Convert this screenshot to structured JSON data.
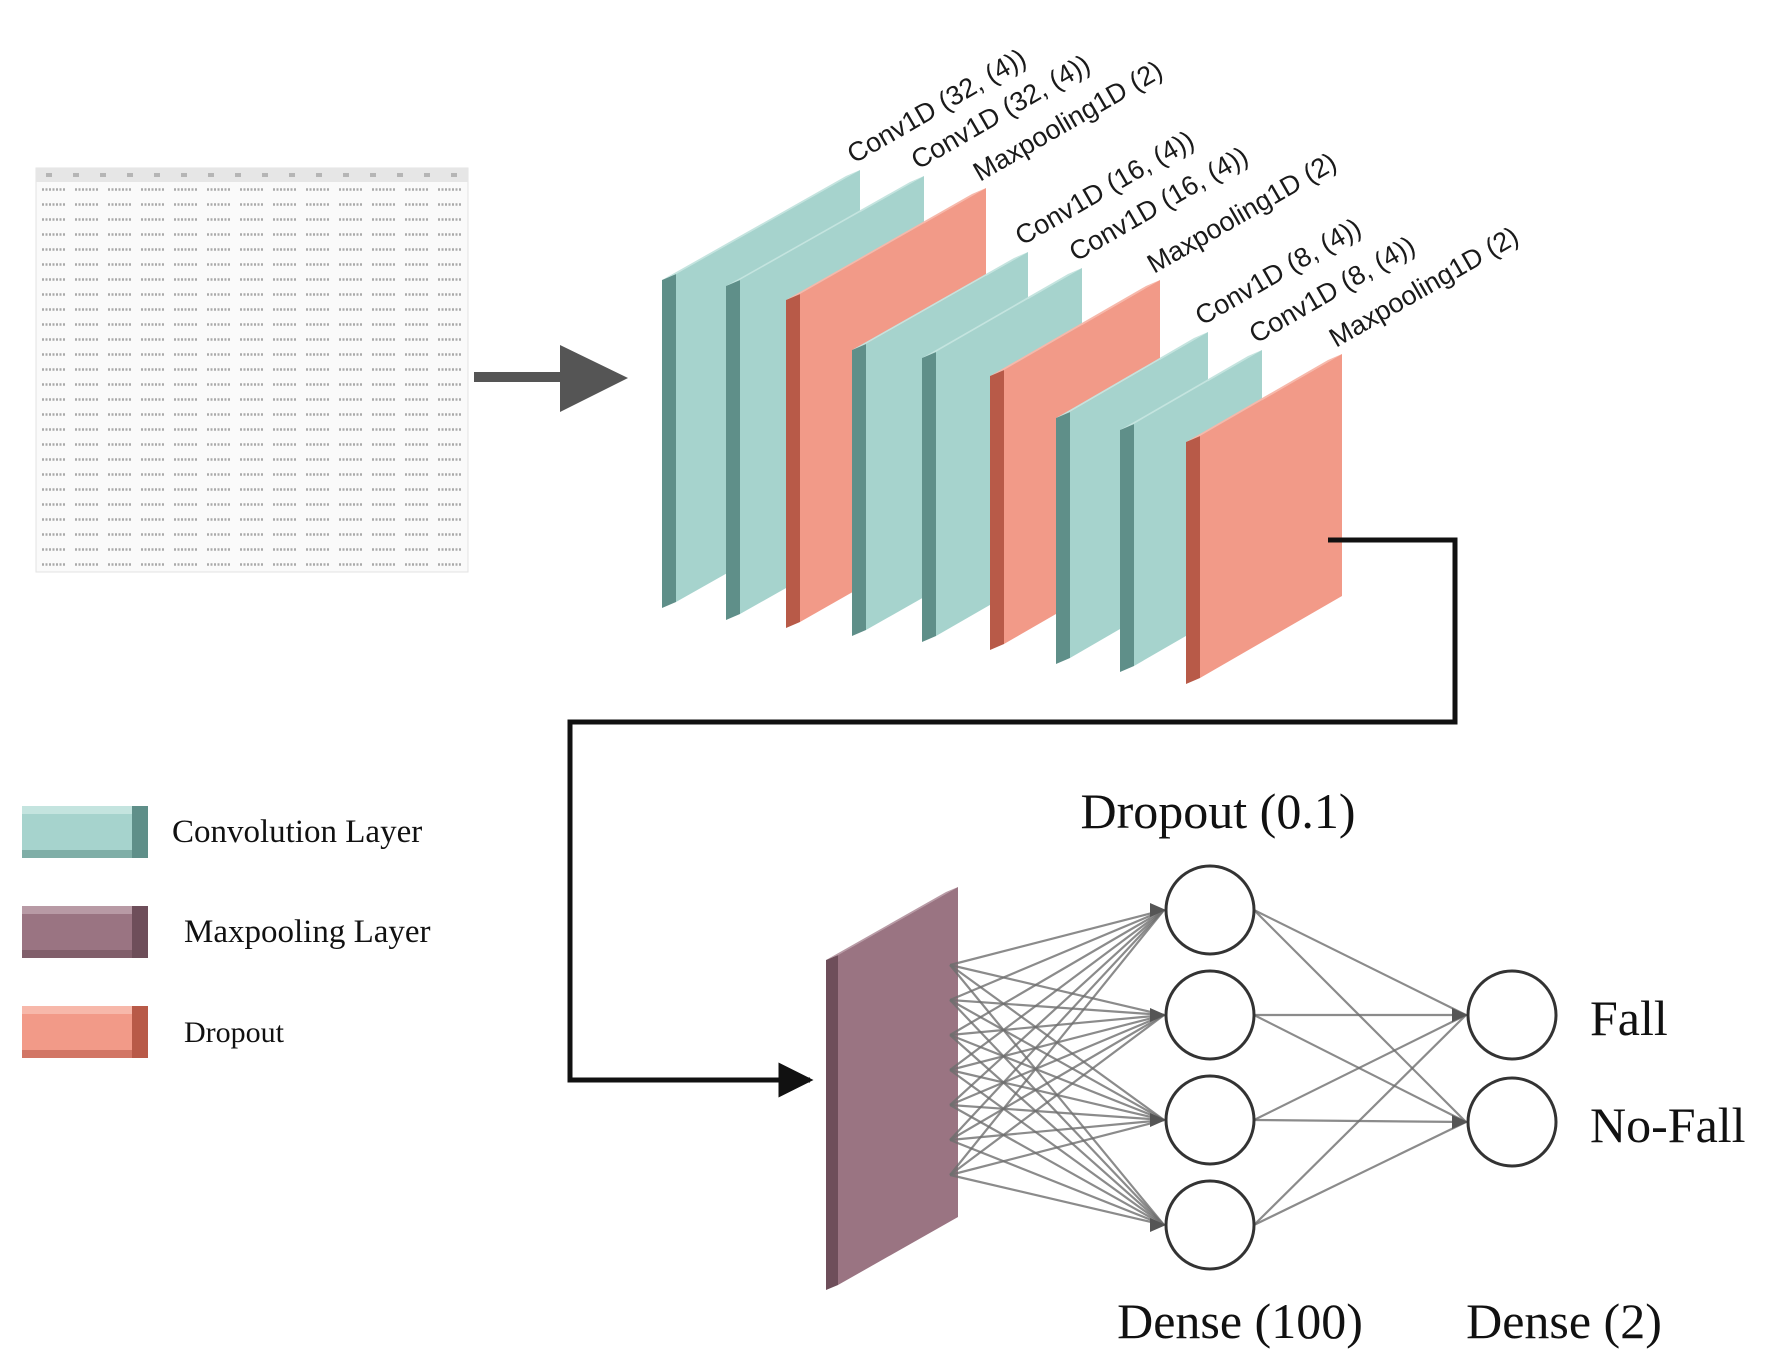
{
  "layers": [
    {
      "label": "Conv1D (32, (4))",
      "type": "conv"
    },
    {
      "label": "Conv1D (32, (4))",
      "type": "conv"
    },
    {
      "label": "Maxpooling1D (2)",
      "type": "dropout"
    },
    {
      "label": "Conv1D (16, (4))",
      "type": "conv"
    },
    {
      "label": "Conv1D (16, (4))",
      "type": "conv"
    },
    {
      "label": "Maxpooling1D (2)",
      "type": "dropout"
    },
    {
      "label": "Conv1D (8, (4))",
      "type": "conv"
    },
    {
      "label": "Conv1D (8, (4))",
      "type": "conv"
    },
    {
      "label": "Maxpooling1D (2)",
      "type": "dropout"
    }
  ],
  "legend": [
    {
      "label": "Convolution Layer",
      "type": "conv"
    },
    {
      "label": "Maxpooling Layer",
      "type": "maxpool"
    },
    {
      "label": "Dropout",
      "type": "dropout"
    }
  ],
  "network": {
    "dropout_label": "Dropout (0.1)",
    "dense1_label": "Dense (100)",
    "dense2_label": "Dense (2)",
    "hidden_nodes": 4,
    "outputs": [
      {
        "label": "Fall"
      },
      {
        "label": "No-Fall"
      }
    ]
  },
  "colors": {
    "conv_face": "#a6d3cd",
    "conv_side": "#5f8f89",
    "conv_top": "#c4e4df",
    "dropout_face": "#f29a88",
    "dropout_side": "#b85a48",
    "dropout_top": "#f7b8aa",
    "maxpool_face": "#9a7482",
    "maxpool_side": "#6e4e5a",
    "maxpool_top": "#b89aa5",
    "arrow": "#555555",
    "line": "#111111"
  }
}
